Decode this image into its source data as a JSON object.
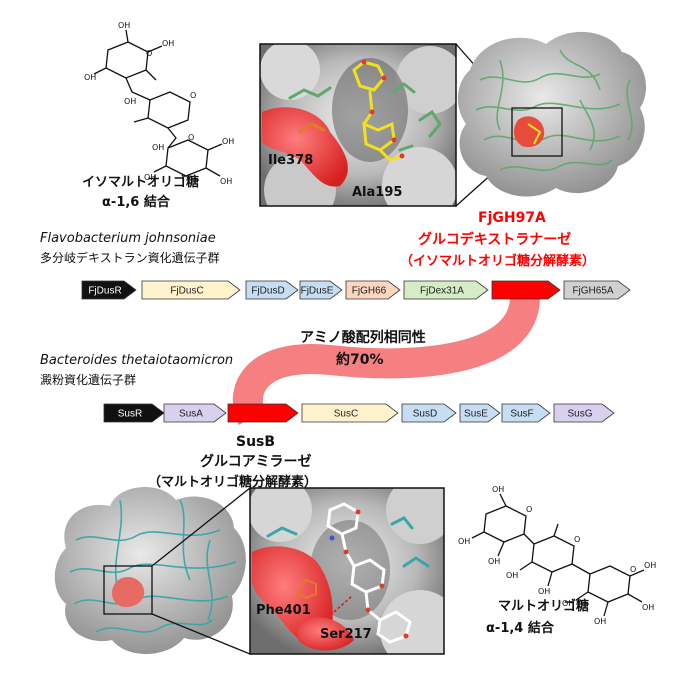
{
  "labels": {
    "isomalto_name": "イソマルトオリゴ糖",
    "isomalto_bond": "α-1,6 結合",
    "malto_name": "マルトオリゴ糖",
    "malto_bond": "α-1,4 結合",
    "ile": "Ile378",
    "ala": "Ala195",
    "phe": "Phe401",
    "ser": "Ser217",
    "fjgh97a_title": "FjGH97A",
    "fjgh97a_desc1": "グルコデキストラナーゼ",
    "fjgh97a_desc2": "（イソマルトオリゴ糖分解酵素）",
    "flavo_species": "Flavobacterium johnsoniae",
    "flavo_cluster": "多分岐デキストラン資化遺伝子群",
    "bacteroides_species": "Bacteroides thetaiotaomicron",
    "bacteroides_cluster": "澱粉資化遺伝子群",
    "homology1": "アミノ酸配列相同性",
    "homology2": "約70%",
    "susb_title": "SusB",
    "susb_desc1": "グルコアミラーゼ",
    "susb_desc2": "（マルトオリゴ糖分解酵素）"
  },
  "oh": "OH",
  "o": "O",
  "flavo_genes": [
    {
      "label": "FjDusR",
      "color": "#111111",
      "text_color": "#ffffff"
    },
    {
      "label": "FjDusC",
      "color": "#fff2cc",
      "text_color": "#222222"
    },
    {
      "label": "FjDusD",
      "color": "#c7ddf3",
      "text_color": "#222222"
    },
    {
      "label": "FjDusE",
      "color": "#c7ddf3",
      "text_color": "#222222"
    },
    {
      "label": "FjGH66",
      "color": "#fbd5c0",
      "text_color": "#222222"
    },
    {
      "label": "FjDex31A",
      "color": "#d5ecc6",
      "text_color": "#222222"
    },
    {
      "label": "",
      "color": "#ff0000",
      "text_color": "#ffffff"
    },
    {
      "label": "FjGH65A",
      "color": "#d0d0d0",
      "text_color": "#222222"
    }
  ],
  "bacteroides_genes": [
    {
      "label": "SusR",
      "color": "#111111",
      "text_color": "#ffffff"
    },
    {
      "label": "SusA",
      "color": "#d8d0ee",
      "text_color": "#222222"
    },
    {
      "label": "",
      "color": "#ff0000",
      "text_color": "#ffffff"
    },
    {
      "label": "SusC",
      "color": "#fff2cc",
      "text_color": "#222222"
    },
    {
      "label": "SusD",
      "color": "#c7ddf3",
      "text_color": "#222222"
    },
    {
      "label": "SusE",
      "color": "#c7ddf3",
      "text_color": "#222222"
    },
    {
      "label": "SusF",
      "color": "#c7ddf3",
      "text_color": "#222222"
    },
    {
      "label": "SusG",
      "color": "#d8d0ee",
      "text_color": "#222222"
    }
  ],
  "colors": {
    "highlight_red": "#ff0000",
    "homology_band": "#f4787a",
    "surface_gray": "#c8c8c8",
    "green_sticks": "#5fa86b",
    "cyan_sticks": "#3aa6a8",
    "ligand_yellow": "#f0e020"
  }
}
